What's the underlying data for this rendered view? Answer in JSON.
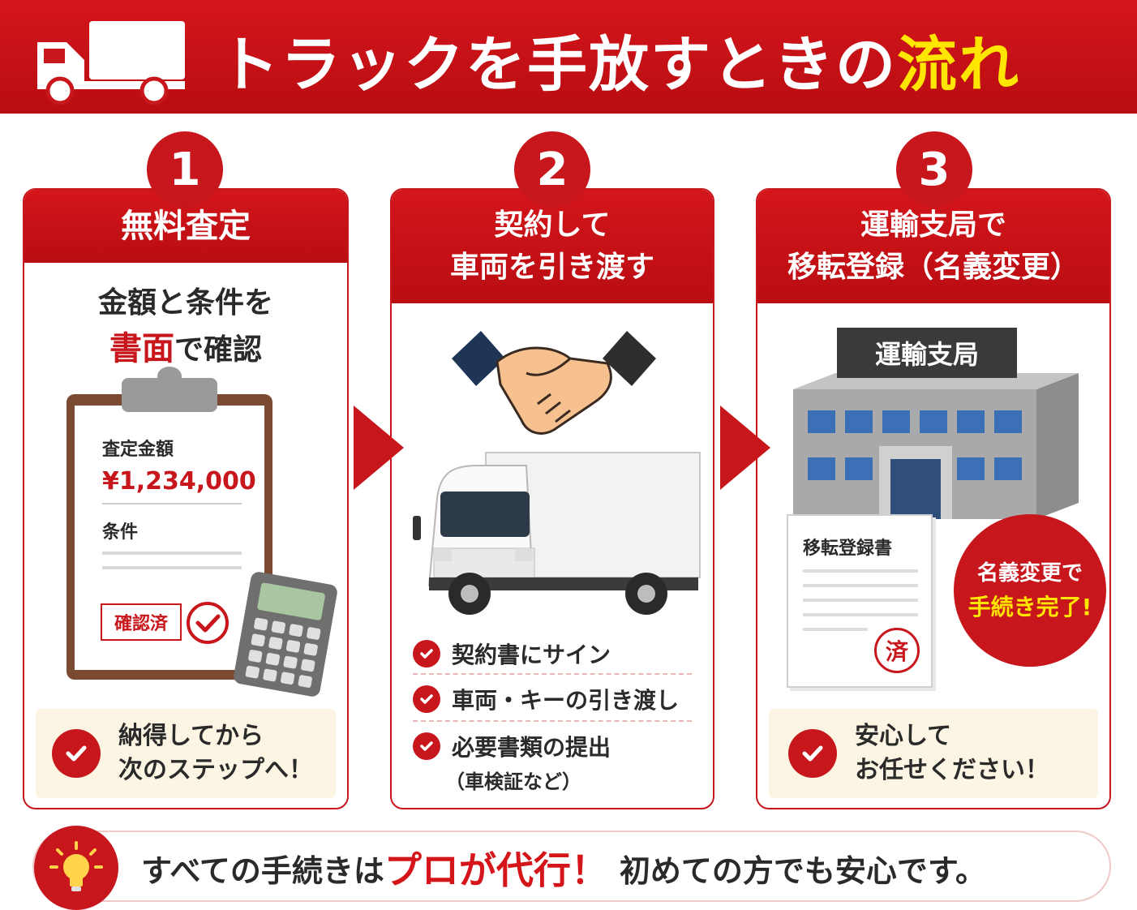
{
  "header": {
    "title_main": "トラックを手放すときの",
    "title_highlight": "流れ",
    "truck_icon": "truck-icon",
    "colors": {
      "red": "#c8161d",
      "yellow": "#ffe600"
    }
  },
  "steps": [
    {
      "number": "1",
      "title": "無料査定",
      "subtitle_line1": "金額と条件を",
      "subtitle_line2_highlight": "書面",
      "subtitle_line2_rest": "で確認",
      "clipboard": {
        "price_label": "査定金額",
        "price_value": "¥1,234,000",
        "conditions_label": "条件",
        "stamp": "確認済"
      },
      "note_line1": "納得してから",
      "note_line2": "次のステップへ！"
    },
    {
      "number": "2",
      "title_line1": "契約して",
      "title_line2": "車両を引き渡す",
      "checklist": [
        "契約書にサイン",
        "車両・キーの引き渡し",
        "必要書類の提出"
      ],
      "checklist_note": "（車検証など）"
    },
    {
      "number": "3",
      "title_line1": "運輸支局で",
      "title_line2": "移転登録（名義変更）",
      "building_sign": "運輸支局",
      "document_title": "移転登録書",
      "document_stamp": "済",
      "callout_line1": "名義変更で",
      "callout_line2": "手続き完了!",
      "note_line1": "安心して",
      "note_line2": "お任せください！"
    }
  ],
  "footer": {
    "text_before": "すべての手続きは",
    "text_highlight": "プロが代行！",
    "text_after": "初めての方でも安心です。",
    "icon": "lightbulb-icon"
  }
}
